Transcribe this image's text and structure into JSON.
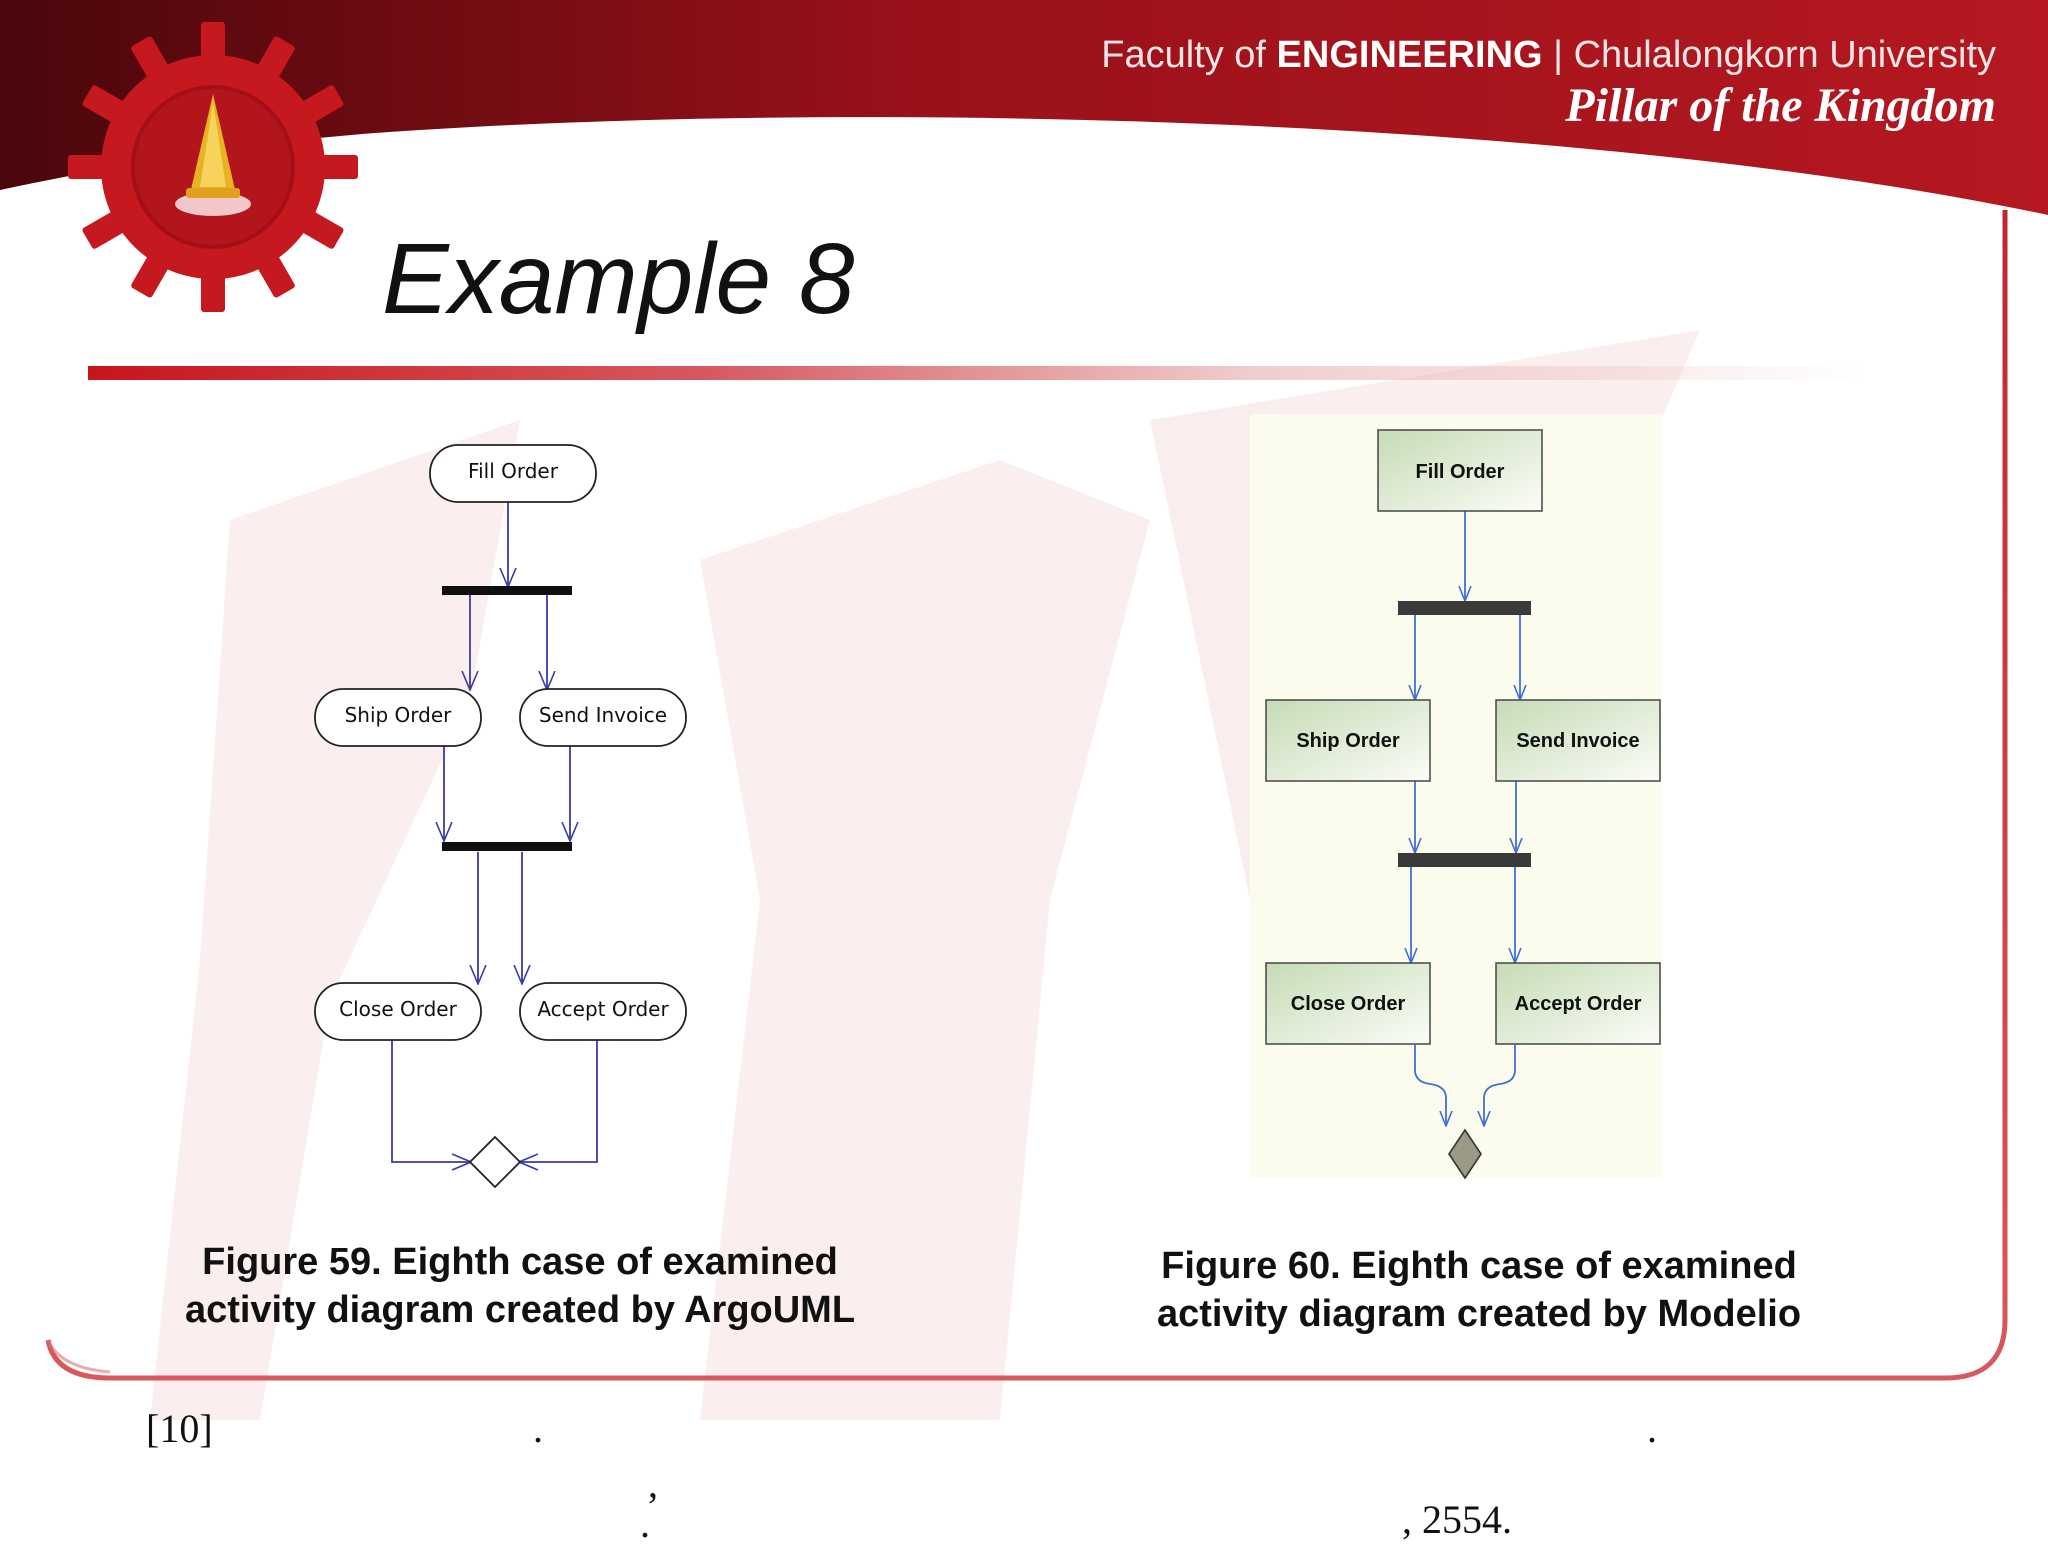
{
  "header": {
    "faculty_prefix": "Faculty of ",
    "faculty_bold": "ENGINEERING",
    "faculty_suffix": " | Chulalongkorn University",
    "motto": "Pillar of the Kingdom"
  },
  "slide": {
    "title": "Example 8"
  },
  "figure59": {
    "nodes": {
      "fill": "Fill Order",
      "ship": "Ship Order",
      "send": "Send Invoice",
      "close": "Close Order",
      "accept": "Accept Order"
    },
    "caption_line1": "Figure 59. Eighth case of examined",
    "caption_line2": "activity diagram created by ArgoUML"
  },
  "figure60": {
    "nodes": {
      "fill": "Fill Order",
      "ship": "Ship Order",
      "send": "Send Invoice",
      "close": "Close Order",
      "accept": "Accept Order"
    },
    "caption_line1": "Figure 60. Eighth case of examined",
    "caption_line2": "activity diagram created by Modelio"
  },
  "reference": {
    "number": "[10]",
    "dot1": ".",
    "dot2": ".",
    "comma": ",",
    "dot3": ".",
    "year": ", 2554."
  },
  "colors": {
    "brand_red": "#a3111b",
    "dark_red": "#5e0a10",
    "arrow_blue": "#3a3aa8",
    "modelio_arrow": "#3f6fd6"
  }
}
